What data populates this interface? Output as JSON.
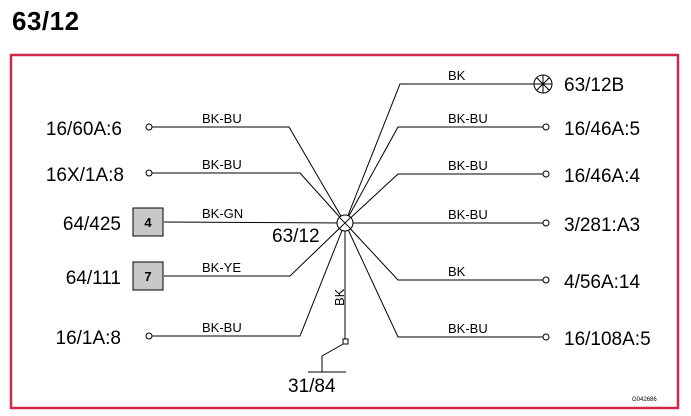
{
  "title": "63/12",
  "frame_color": "#d0284a",
  "splice_label": "63/12",
  "lamp": {
    "label": "63/12B",
    "wire": "BK"
  },
  "left_connections": [
    {
      "label": "16/60A:6",
      "wire": "BK-BU"
    },
    {
      "label": "16X/1A:8",
      "wire": "BK-BU"
    },
    {
      "label": "64/425",
      "wire": "BK-GN",
      "box": "4"
    },
    {
      "label": "64/111",
      "wire": "BK-YE",
      "box": "7"
    },
    {
      "label": "16/1A:8",
      "wire": "BK-BU"
    }
  ],
  "right_connections": [
    {
      "label": "16/46A:5",
      "wire": "BK-BU"
    },
    {
      "label": "16/46A:4",
      "wire": "BK-BU"
    },
    {
      "label": "3/281:A3",
      "wire": "BK-BU"
    },
    {
      "label": "4/56A:14",
      "wire": "BK"
    },
    {
      "label": "16/108A:5",
      "wire": "BK-BU"
    }
  ],
  "ground": {
    "label": "31/84",
    "wire": "BK"
  },
  "figure_code": "G042686"
}
